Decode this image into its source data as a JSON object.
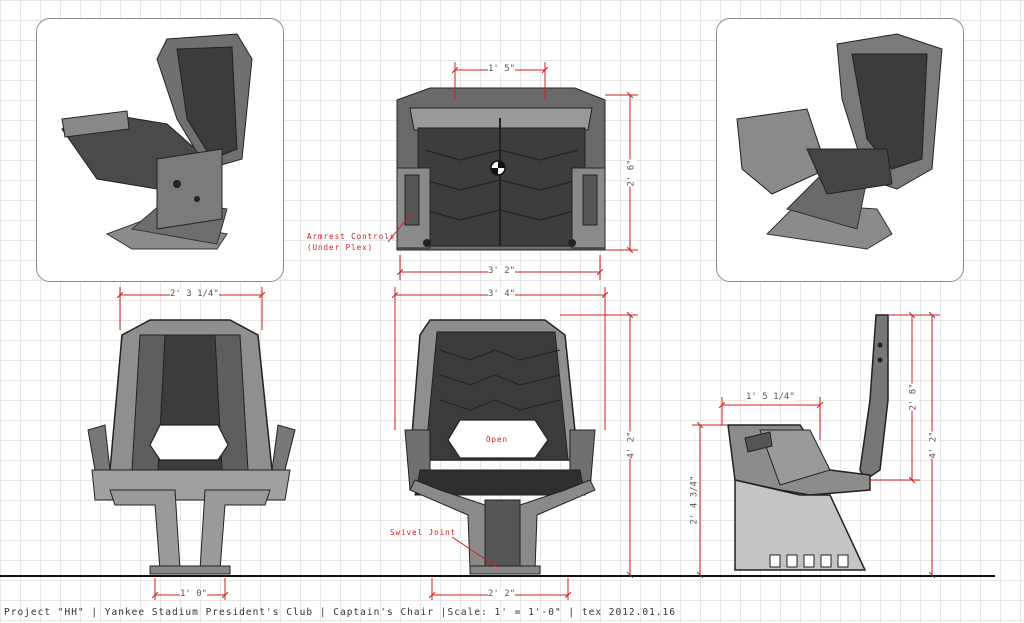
{
  "dimensions": {
    "top_width": "1' 5\"",
    "top_depth": "2' 6\"",
    "top_overall_width": "3' 2\"",
    "back_width": "2' 3 1/4\"",
    "front_width": "3' 4\"",
    "front_height": "4' 2\"",
    "base_back": "1' 0\"",
    "base_front": "2' 2\"",
    "side_seat_depth": "1' 5 1/4\"",
    "side_back_height": "2' 8\"",
    "side_overall_height": "4' 2\"",
    "side_seat_height": "2' 4 3/4\""
  },
  "annotations": {
    "armrest_line1": "Armrest Controls",
    "armrest_line2": "(Under Plex)",
    "open": "Open",
    "swivel": "Swivel Joint"
  },
  "caption": "Project \"HH\" | Yankee Stadium President's Club | Captain's Chair |Scale: 1' = 1'-0\" | tex 2012.01.16",
  "colors": {
    "dimension_line": "#d21d1d",
    "body": "#5a5a5a",
    "cushion": "#3a3a3a",
    "grid": "#e6e6e6"
  }
}
